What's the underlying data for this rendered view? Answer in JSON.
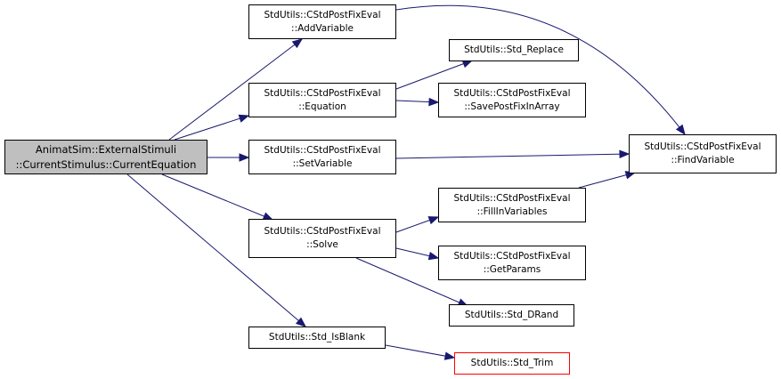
{
  "colors": {
    "edge": "#191970",
    "root_fill": "#bfbfbf",
    "node_border": "#000000",
    "highlight_border": "#ff0000"
  },
  "nodes": {
    "current_equation": [
      "AnimatSim::ExternalStimuli",
      "::CurrentStimulus::CurrentEquation"
    ],
    "add_variable": [
      "StdUtils::CStdPostFixEval",
      "::AddVariable"
    ],
    "equation": [
      "StdUtils::CStdPostFixEval",
      "::Equation"
    ],
    "set_variable": [
      "StdUtils::CStdPostFixEval",
      "::SetVariable"
    ],
    "solve": [
      "StdUtils::CStdPostFixEval",
      "::Solve"
    ],
    "is_blank": [
      "StdUtils::Std_IsBlank"
    ],
    "std_replace": [
      "StdUtils::Std_Replace"
    ],
    "save_postfix": [
      "StdUtils::CStdPostFixEval",
      "::SavePostFixInArray"
    ],
    "find_variable": [
      "StdUtils::CStdPostFixEval",
      "::FindVariable"
    ],
    "fill_in_variables": [
      "StdUtils::CStdPostFixEval",
      "::FillInVariables"
    ],
    "get_params": [
      "StdUtils::CStdPostFixEval",
      "::GetParams"
    ],
    "std_drand": [
      "StdUtils::Std_DRand"
    ],
    "std_trim": [
      "StdUtils::Std_Trim"
    ]
  },
  "edges": [
    [
      "current_equation",
      "add_variable"
    ],
    [
      "current_equation",
      "equation"
    ],
    [
      "current_equation",
      "set_variable"
    ],
    [
      "current_equation",
      "solve"
    ],
    [
      "current_equation",
      "is_blank"
    ],
    [
      "add_variable",
      "find_variable"
    ],
    [
      "equation",
      "std_replace"
    ],
    [
      "equation",
      "save_postfix"
    ],
    [
      "set_variable",
      "find_variable"
    ],
    [
      "solve",
      "fill_in_variables"
    ],
    [
      "solve",
      "get_params"
    ],
    [
      "solve",
      "std_drand"
    ],
    [
      "fill_in_variables",
      "find_variable"
    ],
    [
      "is_blank",
      "std_trim"
    ]
  ]
}
